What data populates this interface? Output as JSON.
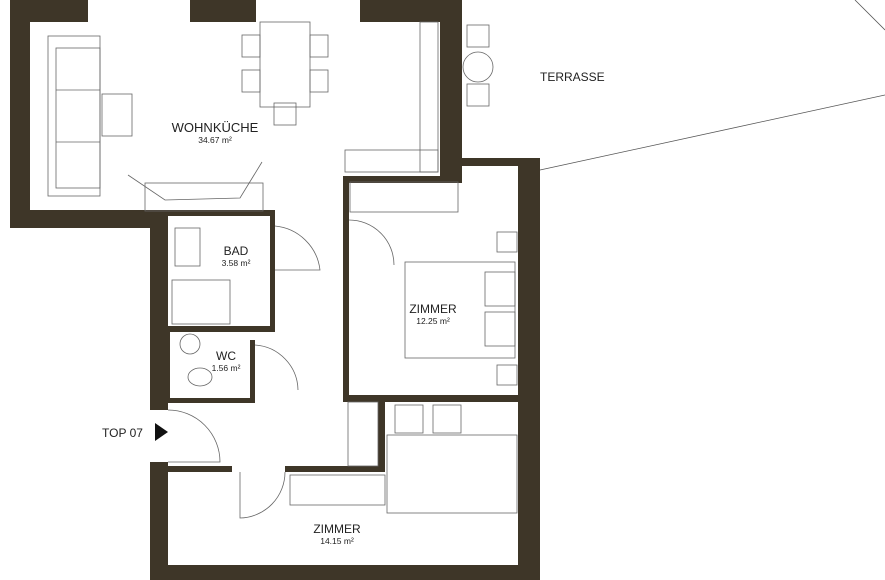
{
  "plan": {
    "wall_color": "#3e3628",
    "unit_label": "TOP 07",
    "terrace_label": "TERRASSE",
    "rooms": [
      {
        "name": "WOHNKÜCHE",
        "area": "34.67 m²"
      },
      {
        "name": "BAD",
        "area": "3.58 m²"
      },
      {
        "name": "WC",
        "area": "1.56 m²"
      },
      {
        "name": "ZIMMER",
        "area": "12.25 m²"
      },
      {
        "name": "ZIMMER",
        "area": "14.15 m²"
      }
    ]
  }
}
